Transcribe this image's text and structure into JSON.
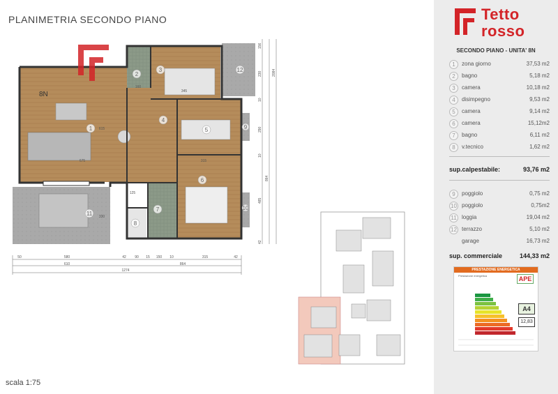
{
  "header": {
    "title": "PLANIMETRIA SECONDO PIANO",
    "scale": "scala 1:75"
  },
  "brand": {
    "name_top": "Tetto",
    "name_bottom": "rosso",
    "color": "#d32428"
  },
  "unit": {
    "label": "SECONDO PIANO - UNITA' 8N",
    "plan_tag": "8N"
  },
  "rooms": [
    {
      "n": "1",
      "name": "zona giorno",
      "area": "37,53 m2"
    },
    {
      "n": "2",
      "name": "bagno",
      "area": "5,18 m2"
    },
    {
      "n": "3",
      "name": "camera",
      "area": "10,18 m2"
    },
    {
      "n": "4",
      "name": "disimpegno",
      "area": "9,53 m2"
    },
    {
      "n": "5",
      "name": "camera",
      "area": "9,14 m2"
    },
    {
      "n": "6",
      "name": "camera",
      "area": "15,12m2"
    },
    {
      "n": "7",
      "name": "bagno",
      "area": "6,11 m2"
    },
    {
      "n": "8",
      "name": "v.tecnico",
      "area": "1,62 m2"
    }
  ],
  "sup_calpestabile": {
    "label": "sup.calpestabile:",
    "value": "93,76 m2"
  },
  "outdoor": [
    {
      "n": "9",
      "name": "poggiolo",
      "area": "0,75 m2"
    },
    {
      "n": "10",
      "name": "poggiolo",
      "area": "0,75m2"
    },
    {
      "n": "11",
      "name": "loggia",
      "area": "19,04 m2"
    },
    {
      "n": "12",
      "name": "terrazzo",
      "area": "5,10 m2"
    },
    {
      "n": "",
      "name": "garage",
      "area": "16,73 m2"
    }
  ],
  "sup_commerciale": {
    "label": "sup. commerciale",
    "value": "144,33 m2"
  },
  "ape": {
    "header": "PRESTAZIONE ENERGETICA",
    "logo": "APE",
    "class": "A4",
    "value": "12,83",
    "sub": "Prestazione energetica"
  },
  "dims_bottom_1": [
    "50",
    "580",
    "42",
    "90",
    "15",
    "150",
    "10",
    "315",
    "42"
  ],
  "dims_bottom_2": [
    "610",
    "864"
  ],
  "dims_bottom_3": "1274",
  "dims_right": [
    "156",
    "230",
    "2084",
    "10",
    "290",
    "10",
    "864",
    "485",
    "42"
  ],
  "plan_dims": [
    "345",
    "160",
    "615",
    "675",
    "315",
    "125",
    "330"
  ],
  "colors": {
    "loggia": "#a8a8a8",
    "bath": "#8fa08c",
    "floor": "#b08a5a",
    "wall": "#333333",
    "highlight": "#f3c9bc"
  }
}
